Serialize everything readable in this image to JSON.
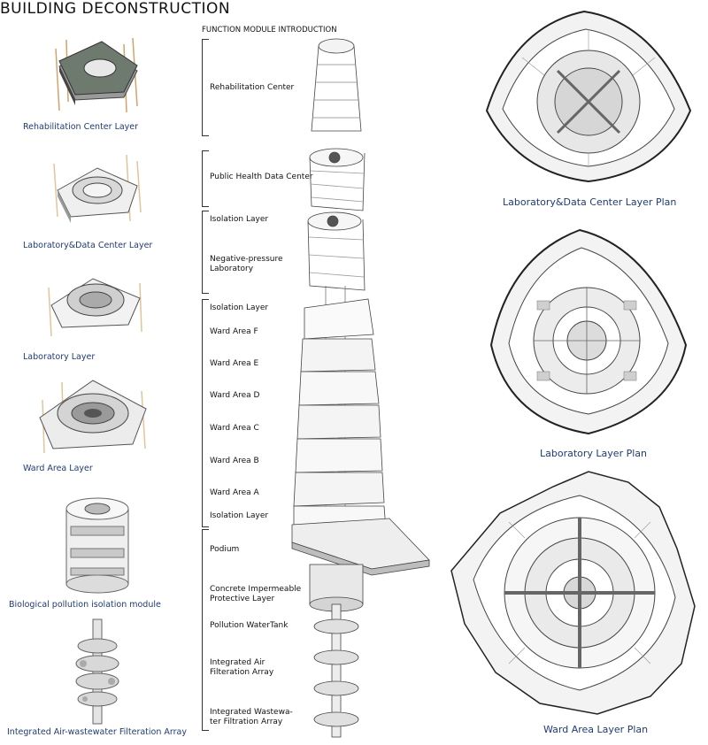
{
  "title": "BUILDING DECONSTRUCTION",
  "function_module_heading": "FUNCTION MODULE INTRODUCTION",
  "layer_captions": [
    "Rehabilitation Center Layer",
    "Laboratory&Data Center Layer",
    "Laboratory Layer",
    "Ward Area Layer",
    "Biological pollution isolation module",
    "Integrated Air-wastewater Filteration Array"
  ],
  "modules": [
    "Rehabilitation Center",
    "Public Health Data Center",
    "Isolation Layer",
    "Negative-pressure Laboratory",
    "Isolation Layer",
    "Ward Area F",
    "Ward Area E",
    "Ward Area D",
    "Ward Area C",
    "Ward Area B",
    "Ward Area A",
    "Isolation Layer",
    "Podium",
    "Concrete Impermeable Protective Layer",
    "Pollution WaterTank",
    "Integrated Air Filteration Array",
    "Integrated Wastewa- ter Filtration Array"
  ],
  "plan_captions": [
    "Laboratory&Data Center Layer  Plan",
    "Laboratory Layer  Plan",
    "Ward Area Layer  Plan"
  ],
  "colors": {
    "caption": "#1f3a7a",
    "line": "#333333",
    "fill_light": "#e6e6e6",
    "fill_dark": "#8a8a8a"
  }
}
